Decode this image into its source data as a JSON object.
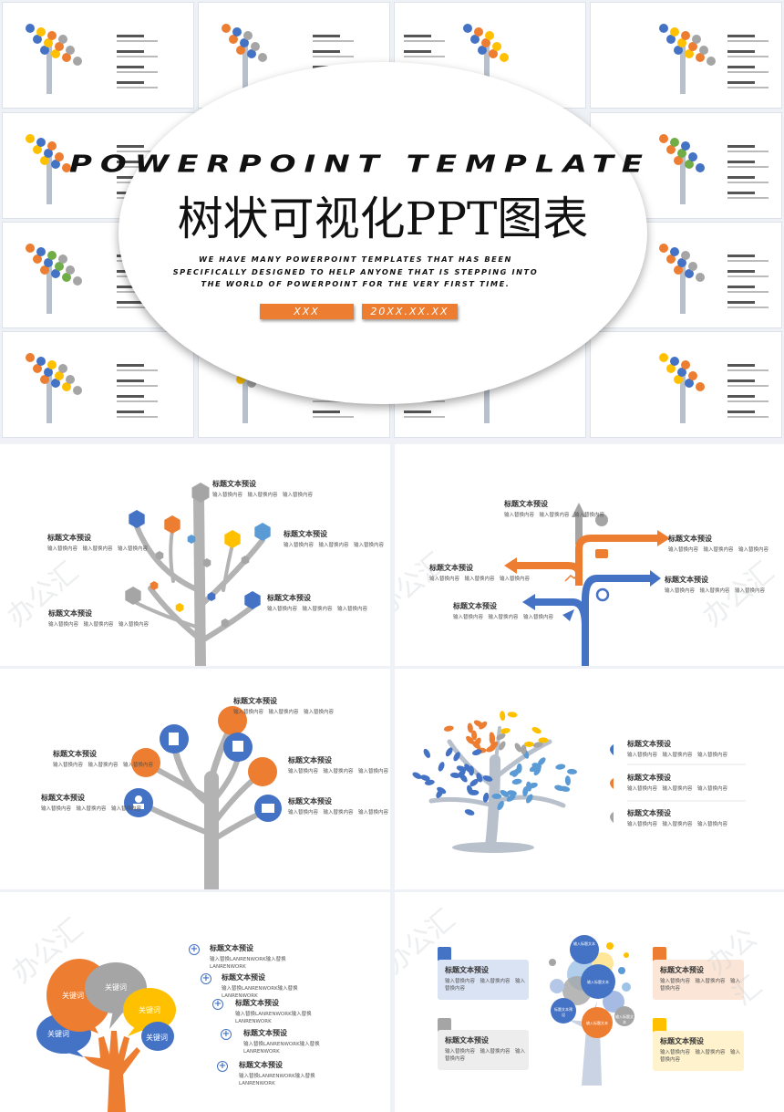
{
  "colors": {
    "orange": "#ed7d31",
    "blue": "#4472c4",
    "gray": "#a5a5a5",
    "yellow": "#ffc000",
    "lightblue": "#5b9bd5",
    "trunk": "#b3b8bf"
  },
  "cover": {
    "title_en": "POWERPOINT TEMPLATE",
    "title_cn": "树状可视化PPT图表",
    "tagline": "We have many PowerPoint templates that has been specifically designed to help anyone that is stepping into the world of PowerPoint for the very first time.",
    "author_button": "XXX",
    "date_button": "20XX.XX.XX"
  },
  "watermark": "办公汇",
  "common": {
    "title": "标题文本预设",
    "body": "输入替换内容　输入替换内容　输入替换内容",
    "body_alt": "输入替换LANRENWORK输入替换LANRENWORK",
    "keyword": "关键词",
    "circle_label": "输入标题文本",
    "circle_label2": "标题文本预设"
  },
  "thumbnails": [
    {
      "row": 0,
      "col": 0,
      "accent": [
        "#4472c4",
        "#ffc000",
        "#ed7d31",
        "#a5a5a5"
      ]
    },
    {
      "row": 0,
      "col": 1,
      "accent": [
        "#ed7d31",
        "#4472c4",
        "#a5a5a5"
      ]
    },
    {
      "row": 0,
      "col": 2,
      "accent": [
        "#4472c4",
        "#ed7d31",
        "#ffc000"
      ]
    },
    {
      "row": 0,
      "col": 3,
      "accent": [
        "#4472c4",
        "#ffc000",
        "#ed7d31",
        "#a5a5a5"
      ]
    },
    {
      "row": 1,
      "col": 0,
      "accent": [
        "#ffc000",
        "#4472c4",
        "#ed7d31"
      ]
    },
    {
      "row": 1,
      "col": 3,
      "accent": [
        "#ed7d31",
        "#70ad47",
        "#4472c4"
      ]
    },
    {
      "row": 2,
      "col": 0,
      "accent": [
        "#ed7d31",
        "#4472c4",
        "#70ad47",
        "#a5a5a5"
      ]
    },
    {
      "row": 2,
      "col": 3,
      "accent": [
        "#ed7d31",
        "#4472c4",
        "#a5a5a5"
      ]
    },
    {
      "row": 3,
      "col": 0,
      "accent": [
        "#ed7d31",
        "#4472c4",
        "#ffc000",
        "#a5a5a5"
      ]
    },
    {
      "row": 3,
      "col": 1,
      "accent": [
        "#ffc000",
        "#a5a5a5"
      ]
    },
    {
      "row": 3,
      "col": 2,
      "accent": [
        "#a5a5a5",
        "#4472c4"
      ]
    },
    {
      "row": 3,
      "col": 3,
      "accent": [
        "#ffc000",
        "#4472c4",
        "#ed7d31"
      ]
    }
  ]
}
